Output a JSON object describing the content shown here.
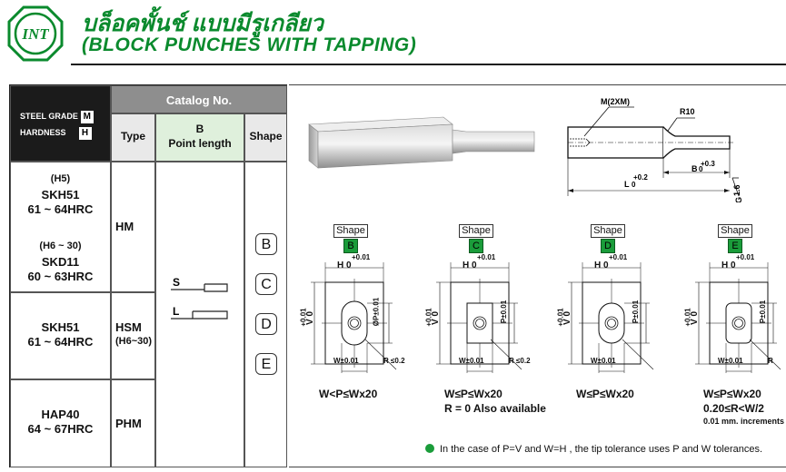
{
  "header": {
    "logo_text": "INT",
    "title_thai": "บล็อคพั้นช์ แบบมีรูเกลียว",
    "title_en": "(BLOCK PUNCHES WITH TAPPING)"
  },
  "table": {
    "steel_grade_label": "STEEL GRADE",
    "steel_grade_code": "M",
    "hardness_label": "HARDNESS",
    "hardness_code": "H",
    "catalog_no": "Catalog No.",
    "col_type": "Type",
    "col_b": "B",
    "col_b_sub": "Point length",
    "col_shape": "Shape",
    "rows": [
      {
        "material_lines": [
          "(H5)",
          "SKH51",
          "61 ~ 64HRC",
          "",
          "(H6 ~ 30)",
          "SKD11",
          "60 ~ 63HRC"
        ],
        "type": "HM",
        "type_sub": ""
      },
      {
        "material_lines": [
          "SKH51",
          "61 ~ 64HRC"
        ],
        "type": "HSM",
        "type_sub": "(H6~30)"
      },
      {
        "material_lines": [
          "HAP40",
          "64 ~ 67HRC"
        ],
        "type": "PHM",
        "type_sub": ""
      }
    ],
    "point_labels": [
      "S",
      "L"
    ],
    "shapes": [
      "B",
      "C",
      "D",
      "E"
    ]
  },
  "drawing": {
    "m_label": "M(2XM)",
    "r_label": "R10",
    "tol_b": "+0.3",
    "b_label": "B",
    "b_sub": "0",
    "tol_l": "+0.2",
    "l_label": "L",
    "l_sub": "0",
    "g_label": "1.6"
  },
  "shape_diagrams": [
    {
      "word": "Shape",
      "letter": "B",
      "formula": "W<P≤Wx20",
      "extra": "",
      "extra2": "",
      "r_label": "R ≤0.2"
    },
    {
      "word": "Shape",
      "letter": "C",
      "formula": "W≤P≤Wx20",
      "extra": "R = 0  Also available",
      "extra2": "",
      "r_label": "R ≤0.2"
    },
    {
      "word": "Shape",
      "letter": "D",
      "formula": "W≤P≤Wx20",
      "extra": "",
      "extra2": "",
      "r_label": ""
    },
    {
      "word": "Shape",
      "letter": "E",
      "formula": "W≤P≤Wx20",
      "extra": "0.20≤R<W/2",
      "extra2": "0.01 mm. increments",
      "r_label": "R"
    }
  ],
  "dim_labels": {
    "h_tol": "+0.01",
    "h": "H 0",
    "v_tol": "+0.01",
    "v": "V 0",
    "p": "P±0.01",
    "w": "W±0.01",
    "b_p": "ØP±0.01"
  },
  "note": "In the case of P=V and W=H , the tip tolerance uses P and W tolerances."
}
